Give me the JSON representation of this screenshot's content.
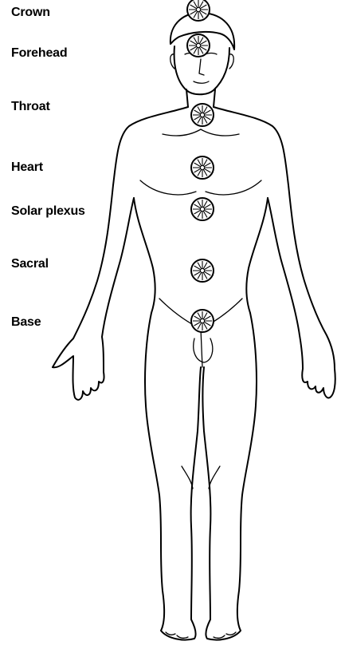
{
  "chakras": [
    {
      "id": "crown",
      "label": "Crown"
    },
    {
      "id": "forehead",
      "label": "Forehead"
    },
    {
      "id": "throat",
      "label": "Throat"
    },
    {
      "id": "heart",
      "label": "Heart"
    },
    {
      "id": "solar-plexus",
      "label": "Solar plexus"
    },
    {
      "id": "sacral",
      "label": "Sacral"
    },
    {
      "id": "base",
      "label": "Base"
    }
  ],
  "colors": {
    "ink": "#000000",
    "background": "#ffffff"
  }
}
